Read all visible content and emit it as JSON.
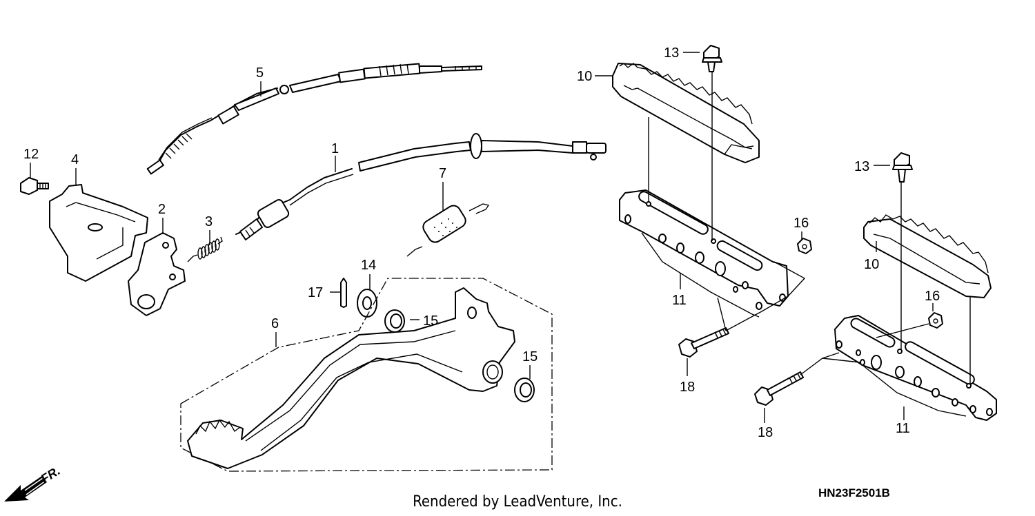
{
  "callouts": [
    {
      "id": "c1",
      "label": "1"
    },
    {
      "id": "c2",
      "label": "2"
    },
    {
      "id": "c3",
      "label": "3"
    },
    {
      "id": "c4",
      "label": "4"
    },
    {
      "id": "c5",
      "label": "5"
    },
    {
      "id": "c6",
      "label": "6"
    },
    {
      "id": "c7",
      "label": "7"
    },
    {
      "id": "c10a",
      "label": "10"
    },
    {
      "id": "c10b",
      "label": "10"
    },
    {
      "id": "c11a",
      "label": "11"
    },
    {
      "id": "c11b",
      "label": "11"
    },
    {
      "id": "c12",
      "label": "12"
    },
    {
      "id": "c13a",
      "label": "13"
    },
    {
      "id": "c13b",
      "label": "13"
    },
    {
      "id": "c14",
      "label": "14"
    },
    {
      "id": "c15a",
      "label": "15"
    },
    {
      "id": "c15b",
      "label": "15"
    },
    {
      "id": "c16a",
      "label": "16"
    },
    {
      "id": "c16b",
      "label": "16"
    },
    {
      "id": "c17",
      "label": "17"
    },
    {
      "id": "c18a",
      "label": "18"
    },
    {
      "id": "c18b",
      "label": "18"
    }
  ],
  "direction_label": "FR.",
  "diagram_code": "HN23F2501B",
  "footer_text": "Rendered by LeadVenture, Inc."
}
